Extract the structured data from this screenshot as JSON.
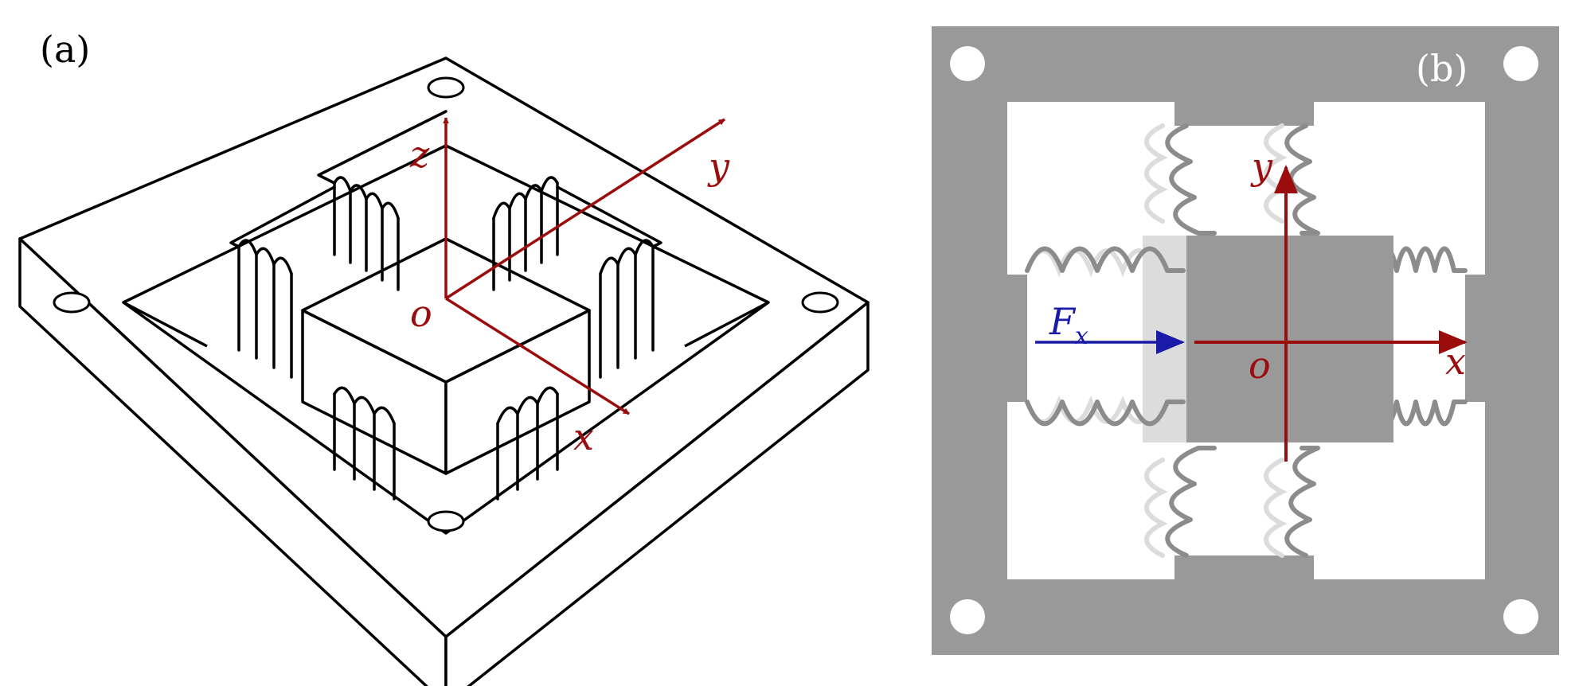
{
  "colors": {
    "axis": "#9b0d0d",
    "force": "#1a1aa8",
    "frame_gray": "#999999",
    "spring_gray": "#8c8c8c",
    "spring_light": "#dcdcdc",
    "line": "#000000"
  },
  "panel_a": {
    "label": "(a)",
    "axes": {
      "z": "z",
      "y": "y",
      "x": "x",
      "origin": "o"
    }
  },
  "panel_b": {
    "label": "(b)",
    "axes": {
      "y": "y",
      "x": "x",
      "origin": "o"
    },
    "force": {
      "symbol": "F",
      "subscript": "x"
    }
  }
}
